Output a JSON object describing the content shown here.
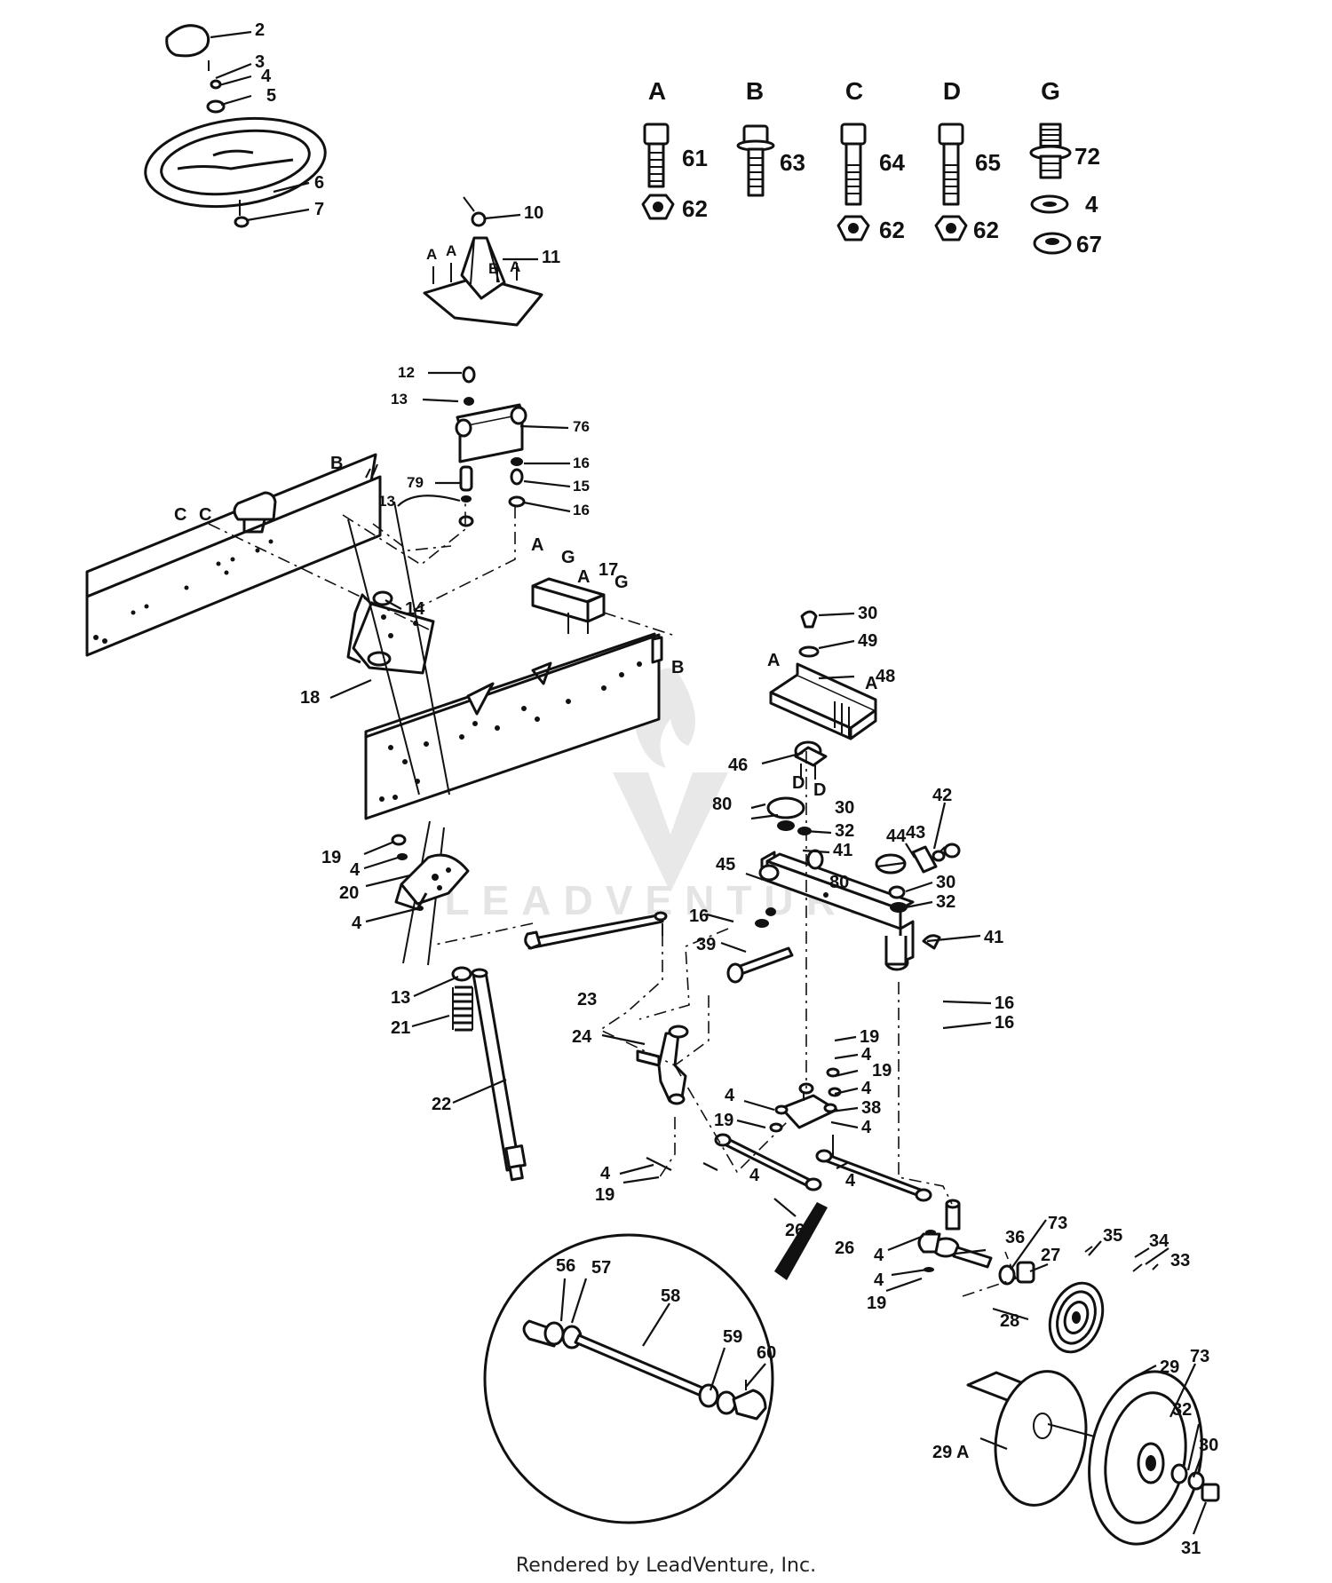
{
  "hardware_key": [
    {
      "letter": "A",
      "parts": [
        "61",
        "62"
      ]
    },
    {
      "letter": "B",
      "parts": [
        "63"
      ]
    },
    {
      "letter": "C",
      "parts": [
        "64",
        "62"
      ]
    },
    {
      "letter": "D",
      "parts": [
        "65",
        "62"
      ]
    },
    {
      "letter": "G",
      "parts": [
        "72",
        "4",
        "67"
      ]
    }
  ],
  "callouts": {
    "c2": "2",
    "c3": "3",
    "c4a": "4",
    "c5": "5",
    "c6": "6",
    "c7": "7",
    "c10": "10",
    "c11": "11",
    "c12": "12",
    "c13a": "13",
    "c76": "76",
    "c16a": "16",
    "c79": "79",
    "c15": "15",
    "c16b": "16",
    "c13b": "13",
    "c14": "14",
    "c17": "17",
    "c18": "18",
    "c30a": "30",
    "c49": "49",
    "c48": "48",
    "c46": "46",
    "c80a": "80",
    "c30b": "30",
    "c32a": "32",
    "c41a": "41",
    "c45": "45",
    "c43": "43",
    "c42": "42",
    "c44": "44",
    "c80b": "80",
    "c30c": "30",
    "c32b": "32",
    "c41b": "41",
    "c19a": "19",
    "c4b": "4",
    "c20": "20",
    "c4c": "4",
    "c16c": "16",
    "c39": "39",
    "c23": "23",
    "c13c": "13",
    "c21": "21",
    "c22": "22",
    "c24": "24",
    "c16d": "16",
    "c16e": "16",
    "c19b": "19",
    "c4d": "4",
    "c19c": "19",
    "c4e": "4",
    "c38": "38",
    "c4f": "4",
    "c4g": "4",
    "c19d": "19",
    "c4h": "4",
    "c4i": "4",
    "c19e": "19",
    "c4j": "4",
    "c26a": "26",
    "c26b": "26",
    "c4k": "4",
    "c4l": "4",
    "c19f": "19",
    "c36": "36",
    "c73a": "73",
    "c27": "27",
    "c35": "35",
    "c34": "34",
    "c33": "33",
    "c28": "28",
    "c29": "29",
    "c73b": "73",
    "c29a": "29 A",
    "c32c": "32",
    "c30d": "30",
    "c31": "31",
    "c56": "56",
    "c57": "57",
    "c58": "58",
    "c59": "59",
    "c60": "60"
  },
  "frame_letters": {
    "fB1": "B",
    "fC1": "C",
    "fC2": "C",
    "fB2": "B",
    "fA1": "A",
    "fA2": "A",
    "fB3": "B",
    "fA3": "A",
    "fA4": "A",
    "fG1": "G",
    "fA5": "A",
    "fG2": "G",
    "fA6": "A",
    "fA7": "A",
    "fD1": "D",
    "fD2": "D"
  },
  "watermark": "LEADVENTURE",
  "footer": "Rendered by LeadVenture, Inc."
}
